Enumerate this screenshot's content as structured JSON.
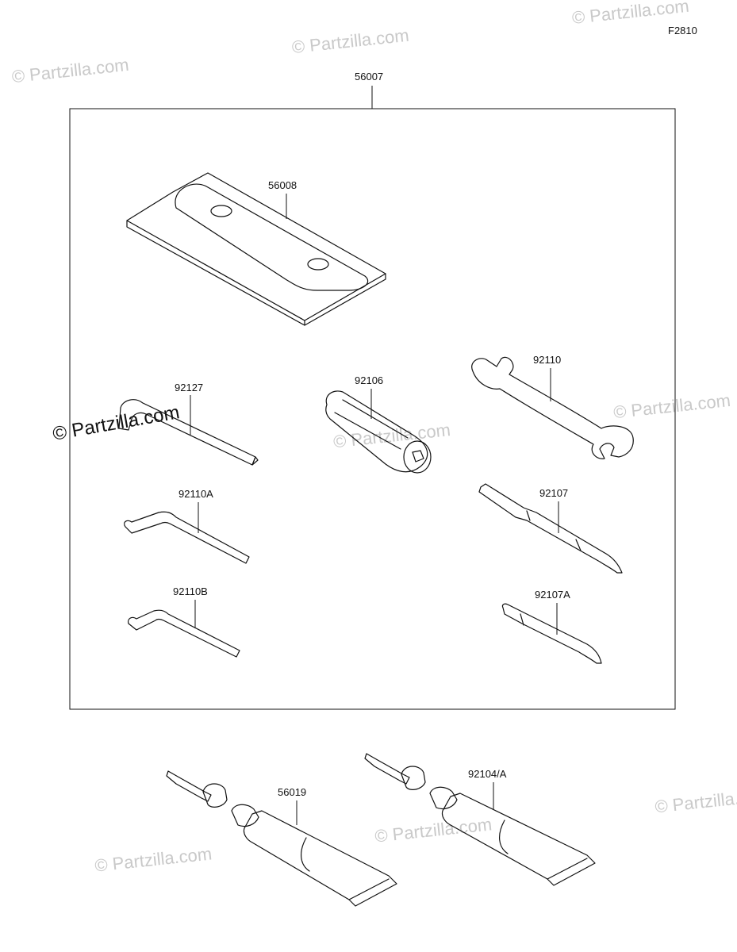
{
  "figure_code": "F2810",
  "watermark": "© Partzilla.com",
  "parts": {
    "kit": "56007",
    "case": "56008",
    "hex_wrench_1": "92127",
    "grip": "92106",
    "spanner": "92110",
    "hex_wrench_2": "92110A",
    "hex_wrench_3": "92110B",
    "screwdriver": "92107",
    "bit": "92107A",
    "grease_1": "56019",
    "grease_2": "92104/A"
  }
}
